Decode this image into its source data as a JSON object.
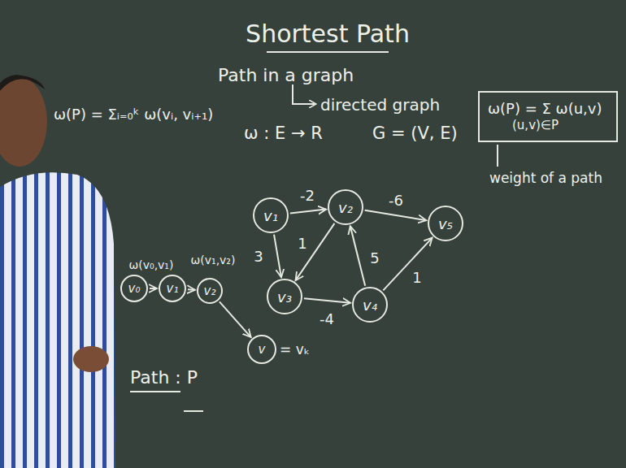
{
  "diagram": {
    "title": "Shortest Path",
    "nodes": [
      {
        "text": [
          "v₁"
        ]
      },
      {
        "text": [
          "v₂"
        ]
      },
      {
        "text": [
          "v₃"
        ]
      },
      {
        "text": [
          "v₄"
        ]
      },
      {
        "text": [
          "v₅"
        ]
      },
      {
        "text": [
          "v₀"
        ]
      },
      {
        "text": [
          "v₁"
        ]
      },
      {
        "text": [
          "v₂"
        ]
      },
      {
        "text": [
          "v"
        ]
      },
      {
        "text": [
          "ω(P) = Σ ω(u,v)",
          "(u,v)∈P"
        ]
      }
    ],
    "edges": [
      {
        "from": 0,
        "to": 1,
        "arrow": "to",
        "label": "-2"
      },
      {
        "from": 1,
        "to": 4,
        "arrow": "to",
        "label": "-6"
      },
      {
        "from": 0,
        "to": 2,
        "arrow": "to",
        "label": "3"
      },
      {
        "from": 1,
        "to": 2,
        "arrow": "to",
        "label": "1"
      },
      {
        "from": 2,
        "to": 3,
        "arrow": "to",
        "label": "-4"
      },
      {
        "from": 3,
        "to": 1,
        "arrow": "to",
        "label": "5"
      },
      {
        "from": 3,
        "to": 4,
        "arrow": "to",
        "label": "1"
      },
      {
        "from": 5,
        "to": 6,
        "arrow": "to",
        "label": "ω(v₀,v₁)"
      },
      {
        "from": 6,
        "to": 7,
        "arrow": "to",
        "label": "ω(v₁,v₂)"
      },
      {
        "from": 7,
        "to": 8,
        "arrow": "to"
      }
    ],
    "labels": [
      "Path in a graph",
      "directed graph",
      "G = (V, E)",
      "ω : E → R",
      "ω(P) = Σᵢ₌₀ᵏ ω(vᵢ, vᵢ₊₁)",
      "weight of a path",
      "= vₖ",
      "Path : P"
    ]
  }
}
